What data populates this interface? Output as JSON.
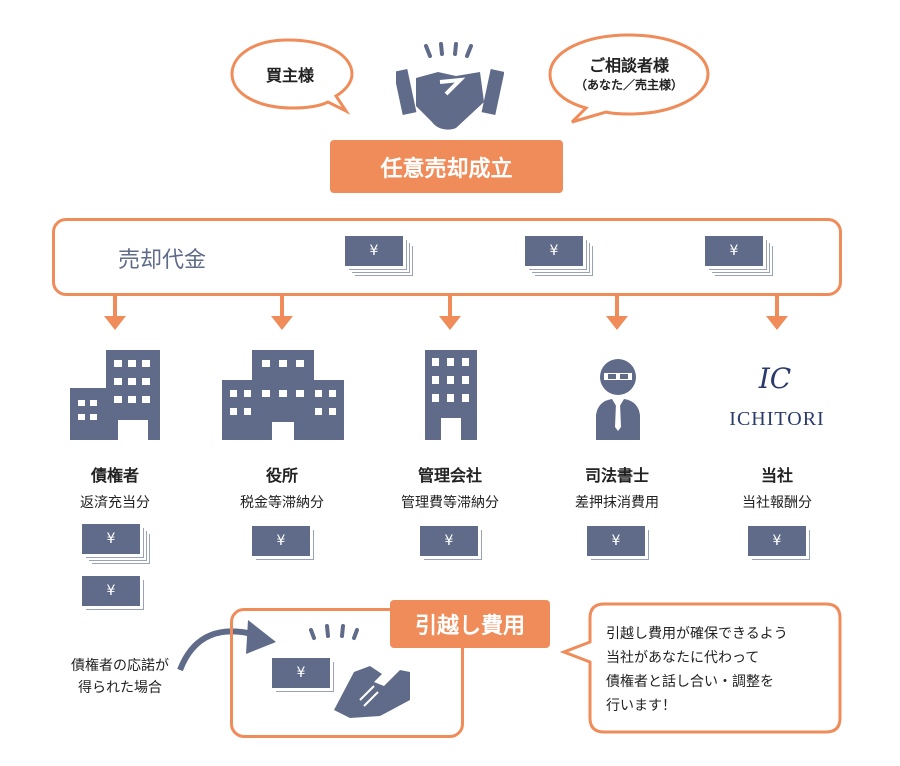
{
  "colors": {
    "accent": "#ef8c5a",
    "navy": "#5f6b89"
  },
  "bubbles": {
    "buyer": "買主様",
    "client": "ご相談者様",
    "client_sub": "（あなた／売主様）"
  },
  "banner": "任意売却成立",
  "proceeds": {
    "label": "売却代金",
    "yen": "¥"
  },
  "recipients": [
    {
      "title": "債権者",
      "sub": "返済充当分",
      "icon": "office-building-icon"
    },
    {
      "title": "役所",
      "sub": "税金等滞納分",
      "icon": "government-building-icon"
    },
    {
      "title": "管理会社",
      "sub": "管理費等滞納分",
      "icon": "tower-building-icon"
    },
    {
      "title": "司法書士",
      "sub": "差押抹消費用",
      "icon": "person-icon"
    },
    {
      "title": "当社",
      "sub": "当社報酬分",
      "icon": "ichitori-logo"
    }
  ],
  "logo": {
    "text": "ICHITORI",
    "mark": "IC"
  },
  "moving": {
    "label": "引越し費用",
    "condition": "債権者の応諾が\n得られた場合",
    "yen": "¥"
  },
  "speech": "引越し費用が確保できるよう\n当社があなたに代わって\n債権者と話し合い・調整を\n行います！"
}
